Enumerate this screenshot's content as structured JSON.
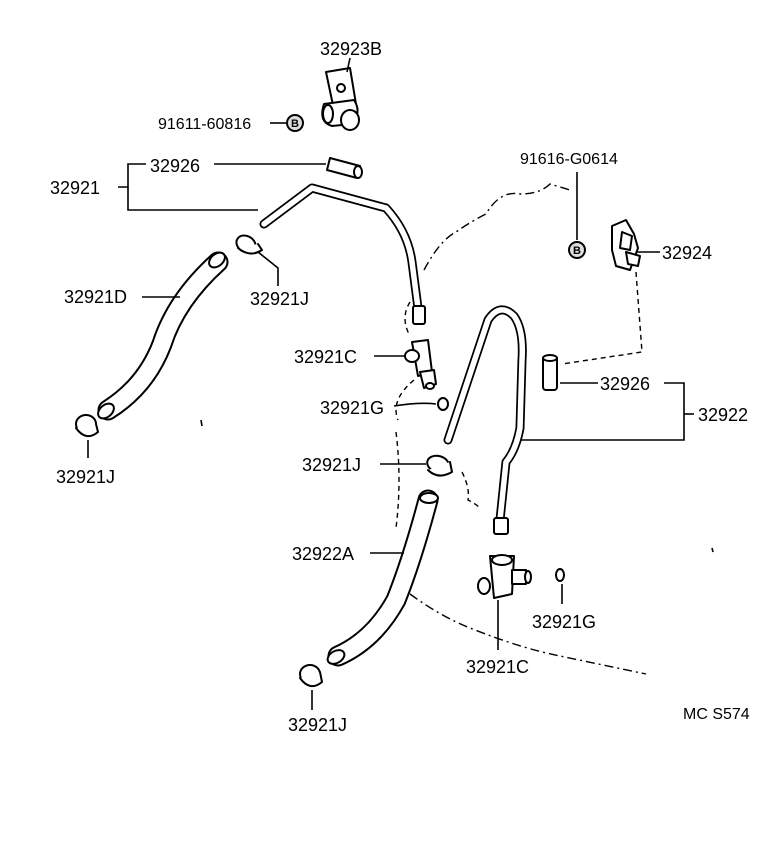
{
  "labels": {
    "p32923B": "32923B",
    "p91611": "91611-60816",
    "p91616": "91616-G0614",
    "p32921": "32921",
    "p32926_top": "32926",
    "p32924": "32924",
    "p32921D": "32921D",
    "p32921J_top": "32921J",
    "p32921C_top": "32921C",
    "p32921G_left": "32921G",
    "p32926_right": "32926",
    "p32922": "32922",
    "p32921J_left": "32921J",
    "p32921J_mid": "32921J",
    "p32922A": "32922A",
    "p32921G_right": "32921G",
    "p32921C_bot": "32921C",
    "p32921J_bot": "32921J",
    "code": "MC S574"
  },
  "badges": {
    "b1": "B",
    "b2": "B"
  }
}
